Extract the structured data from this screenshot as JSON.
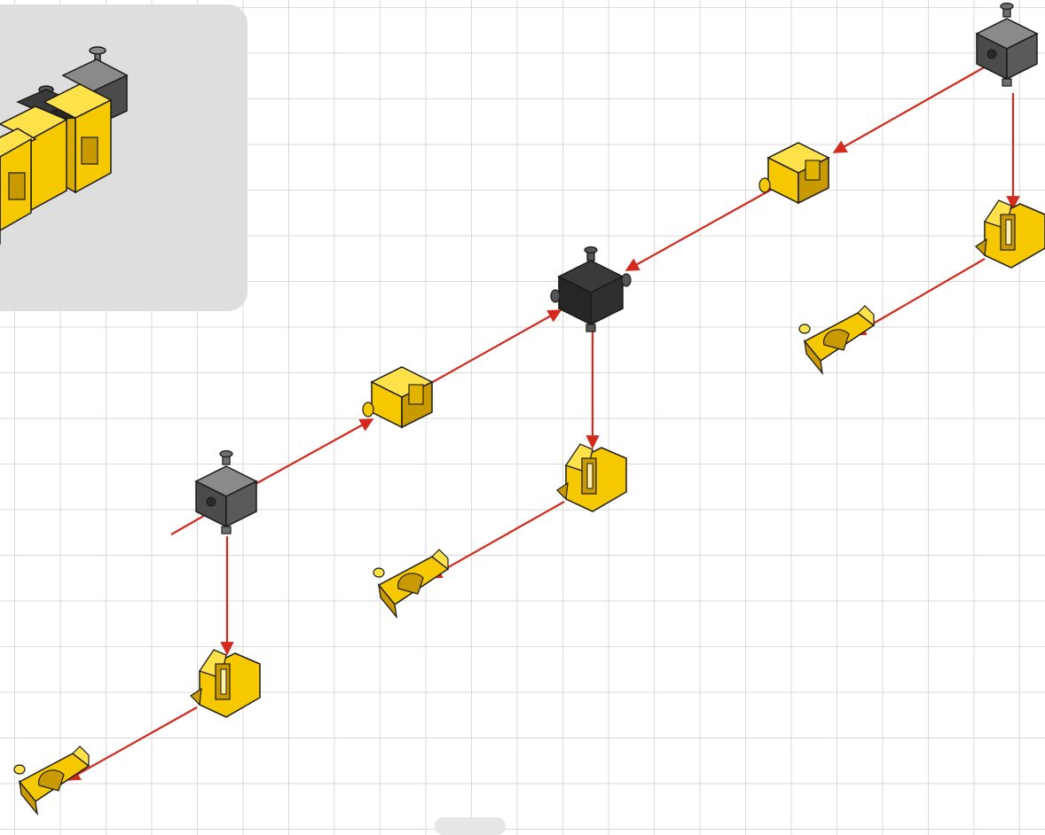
{
  "colors": {
    "background": "#ffffff",
    "grid": "#d9d9d9",
    "panel": "#dedede",
    "arrow": "#d42a1e",
    "part_yellow": "#f5c800",
    "part_yellow_dark": "#c99a00",
    "part_yellow_light": "#ffe24a",
    "part_gray": "#4b4b4b",
    "part_gray_light": "#6f6f6f",
    "part_black": "#262626",
    "outline": "#1a1a1a"
  },
  "parts": [
    {
      "id": "gray-connector-top",
      "kind": "gray-connector",
      "icon": "gray-connector-cube-icon"
    },
    {
      "id": "yellow-block-top",
      "kind": "yellow-block",
      "icon": "yellow-block-icon"
    },
    {
      "id": "black-hub-center",
      "kind": "black-hub",
      "icon": "black-hub-cube-icon"
    },
    {
      "id": "yellow-block-mid",
      "kind": "yellow-block",
      "icon": "yellow-block-icon"
    },
    {
      "id": "gray-connector-left",
      "kind": "gray-connector",
      "icon": "gray-connector-cube-icon"
    },
    {
      "id": "yellow-bracket-right",
      "kind": "yellow-bracket",
      "icon": "yellow-bracket-icon"
    },
    {
      "id": "yellow-bracket-center",
      "kind": "yellow-bracket",
      "icon": "yellow-bracket-icon"
    },
    {
      "id": "yellow-bracket-left",
      "kind": "yellow-bracket",
      "icon": "yellow-bracket-icon"
    },
    {
      "id": "yellow-clip-right",
      "kind": "yellow-clip",
      "icon": "yellow-clip-icon"
    },
    {
      "id": "yellow-clip-center",
      "kind": "yellow-clip",
      "icon": "yellow-clip-icon"
    },
    {
      "id": "yellow-clip-left",
      "kind": "yellow-clip",
      "icon": "yellow-clip-icon"
    }
  ],
  "assembly_steps": [
    {
      "from": "gray-connector-top",
      "to": "yellow-block-top"
    },
    {
      "from": "yellow-block-top",
      "to": "black-hub-center"
    },
    {
      "from": "gray-connector-left",
      "to": "yellow-block-mid"
    },
    {
      "from": "yellow-block-mid",
      "to": "black-hub-center"
    },
    {
      "from": "gray-connector-top",
      "to": "yellow-bracket-right"
    },
    {
      "from": "yellow-bracket-right",
      "to": "yellow-clip-right"
    },
    {
      "from": "black-hub-center",
      "to": "yellow-bracket-center"
    },
    {
      "from": "yellow-bracket-center",
      "to": "yellow-clip-center"
    },
    {
      "from": "gray-connector-left",
      "to": "yellow-bracket-left"
    },
    {
      "from": "yellow-bracket-left",
      "to": "yellow-clip-left"
    }
  ],
  "preview": {
    "icon": "assembled-preview-icon"
  }
}
